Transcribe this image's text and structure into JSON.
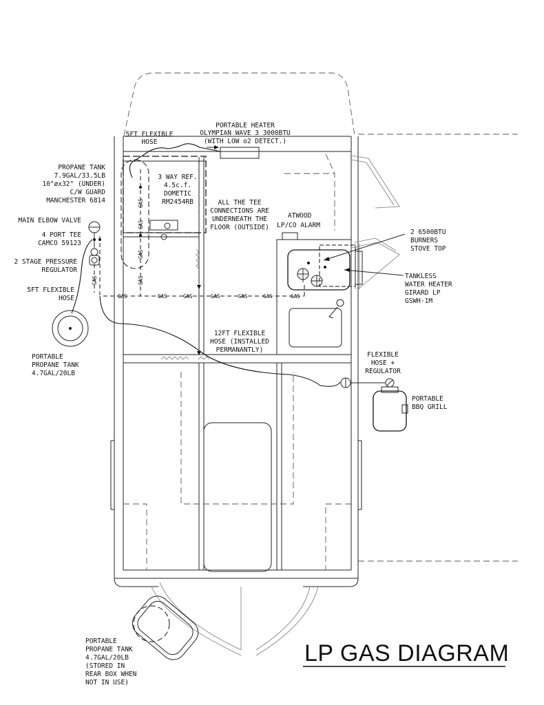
{
  "title": "LP GAS DIAGRAM",
  "gas_tag": "GAS",
  "labels": {
    "portable_heater": [
      "PORTABLE HEATER",
      "OLYMPIAN WAVE 3 3000BTU",
      "(WITH LOW o2 DETECT.)"
    ],
    "flex_hose_5ft_top": [
      "5FT FLEXIBLE",
      "HOSE"
    ],
    "propane_tank_main": [
      "PROPANE TANK",
      "7.9GAL/33.5LB",
      "10\"øx32\" (UNDER)",
      "C/W GUARD",
      "MANCHESTER 6814"
    ],
    "refrigerator": [
      "3 WAY REF.",
      "4.5c.f.",
      "DOMETIC",
      "RM2454RB"
    ],
    "tee_note": [
      "ALL THE TEE",
      "CONNECTIONS ARE",
      "UNDERNEATH THE",
      "FLOOR (OUTSIDE)"
    ],
    "main_elbow_valve": [
      "MAIN ELBOW VALVE"
    ],
    "four_port_tee": [
      "4 PORT TEE",
      "CAMCO 59123"
    ],
    "two_stage_regulator": [
      "2 STAGE PRESSURE",
      "REGULATOR"
    ],
    "flex_hose_5ft_left": [
      "5FT FLEXIBLE",
      "HOSE"
    ],
    "portable_tank_left": [
      "PORTABLE",
      "PROPANE TANK",
      "4.7GAL/20LB"
    ],
    "co_alarm": [
      "ATWOOD",
      "LP/CO ALARM"
    ],
    "stove_top": [
      "2 6500BTU",
      "BURNERS",
      "STOVE TOP"
    ],
    "water_heater": [
      "TANKLESS",
      "WATER HEATER",
      "GIRARD LP",
      "GSWH-1M"
    ],
    "flex_hose_12ft": [
      "12FT FLEXIBLE",
      "HOSE (INSTALLED",
      "PERMANANTLY)"
    ],
    "flex_hose_regulator": [
      "FLEXIBLE",
      "HOSE +",
      "REGULATOR"
    ],
    "bbq_grill": [
      "PORTABLE",
      "BBQ GRILL"
    ],
    "portable_tank_rear": [
      "PORTABLE",
      "PROPANE TANK",
      "4.7GAL/20LB",
      "(STORED IN",
      "REAR BOX WHEN",
      "NOT IN USE)"
    ]
  }
}
